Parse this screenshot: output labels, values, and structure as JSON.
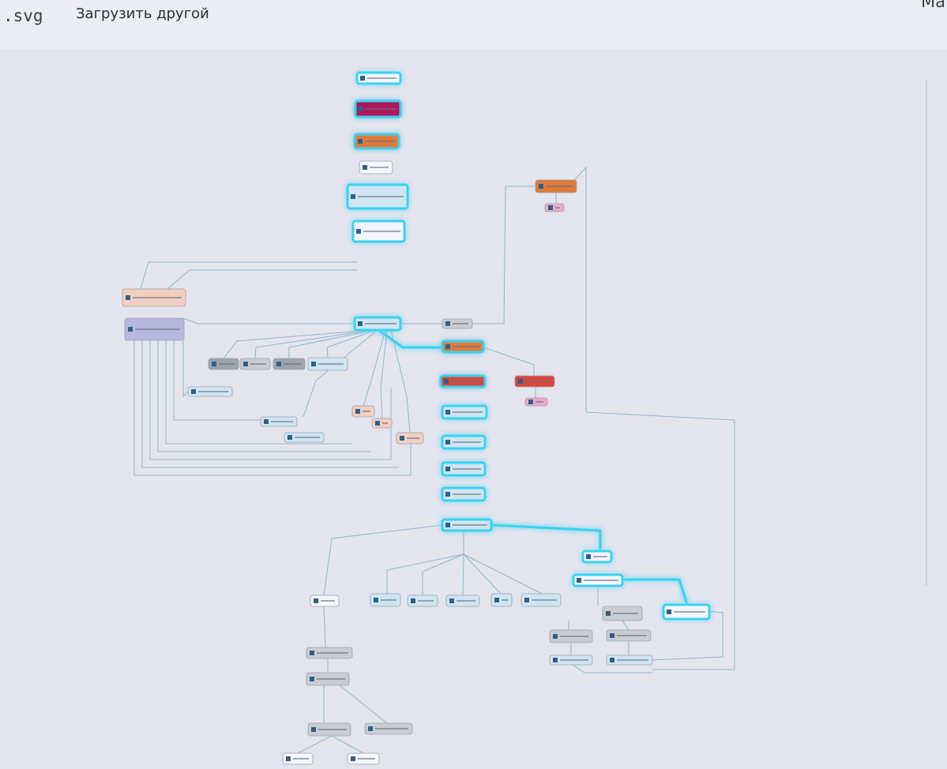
{
  "header": {
    "file_ext": ".svg",
    "upload_other": "Загрузить другой",
    "corner_text": "Ma"
  },
  "colors": {
    "glow": "#37d3f0",
    "edge": "#3fb6d6",
    "edge_faint": "#8fb6cf",
    "node_gray": "#c9ccd2",
    "node_gray_dark": "#9fa3ab",
    "node_magenta": "#b0145a",
    "node_orange": "#e07a3a",
    "node_red": "#d9463a",
    "node_pink": "#f0a6c8",
    "node_lightblue": "#cfe6f2",
    "node_purple": "#b8b8de",
    "node_peach": "#f2cfc0",
    "node_white": "#f4f6fb"
  },
  "graph": {
    "description_type": "flowchart",
    "labels_legible": false
  }
}
